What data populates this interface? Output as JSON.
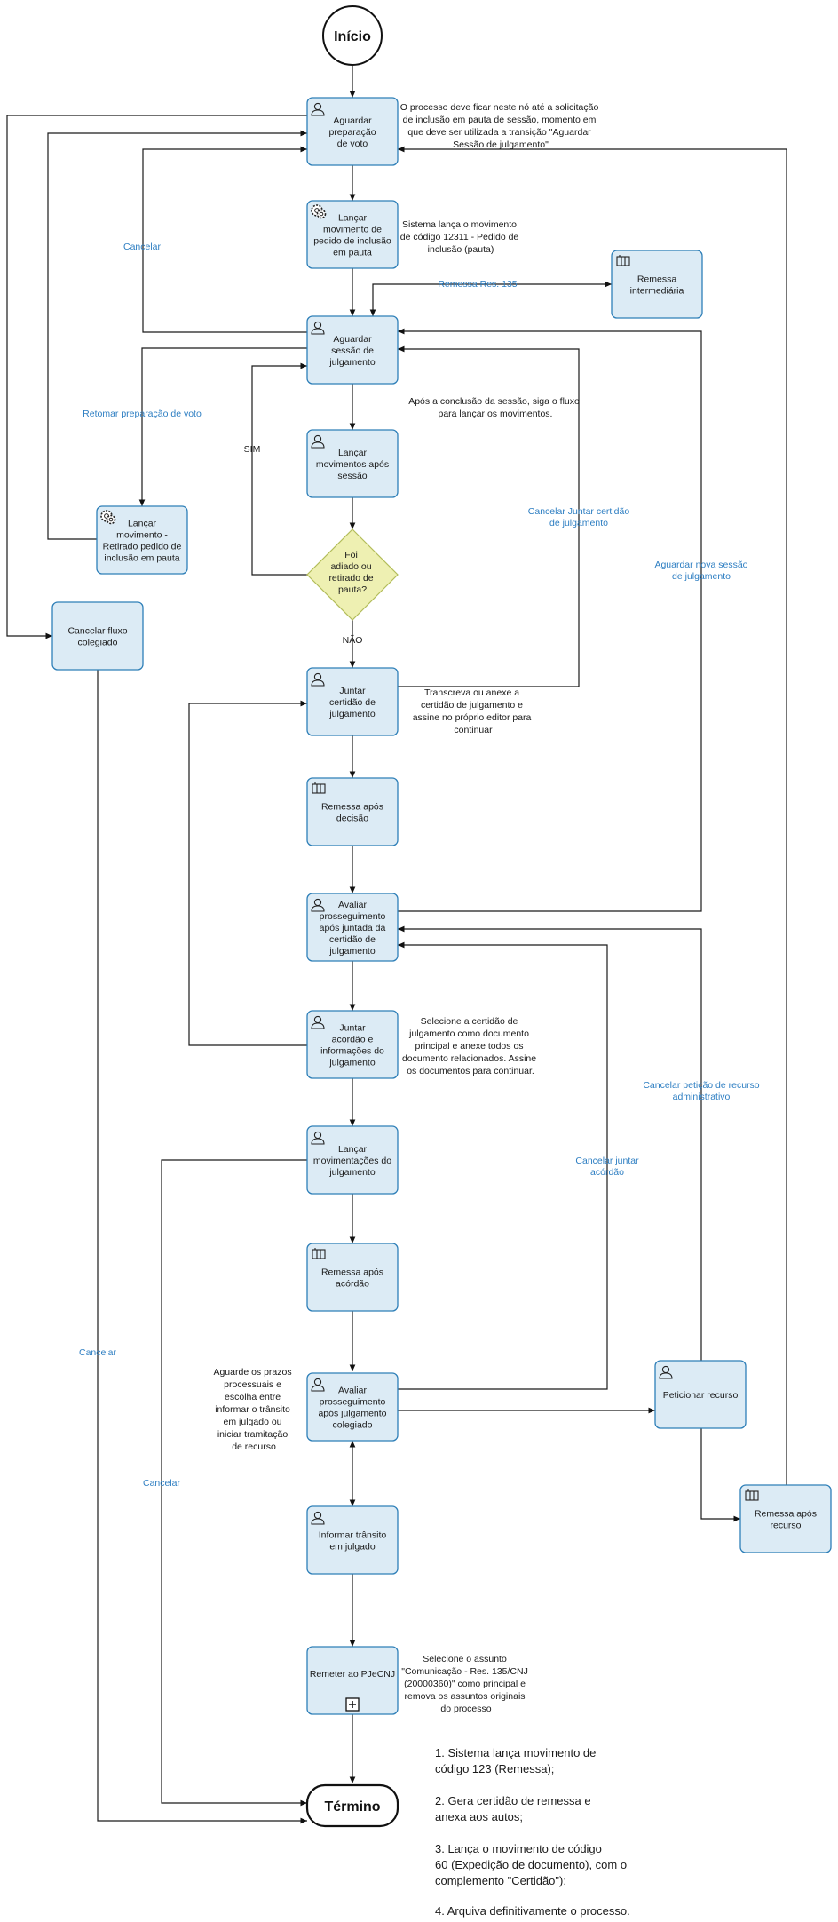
{
  "events": {
    "start": "Início",
    "end": "Término"
  },
  "nodes": {
    "aguardar_voto": [
      "Aguardar",
      "preparação",
      "de voto"
    ],
    "lancar_pedido": [
      "Lançar",
      "movimento de",
      "pedido de inclusão",
      "em pauta"
    ],
    "remessa_intermediaria": [
      "Remessa",
      "intermediária"
    ],
    "aguardar_sessao": [
      "Aguardar",
      "sessão de",
      "julgamento"
    ],
    "lancar_apos_sessao": [
      "Lançar",
      "movimentos após",
      "sessão"
    ],
    "lancar_retirado": [
      "Lançar",
      "movimento -",
      "Retirado pedido de",
      "inclusão em pauta"
    ],
    "cancelar_fluxo": [
      "Cancelar fluxo",
      "colegiado"
    ],
    "gateway": [
      "Foi",
      "adiado ou",
      "retirado de",
      "pauta?"
    ],
    "juntar_certidao": [
      "Juntar",
      "certidão de",
      "julgamento"
    ],
    "remessa_decisao": [
      "Remessa após",
      "decisão"
    ],
    "avaliar_certidao": [
      "Avaliar",
      "prosseguimento",
      "após juntada da",
      "certidão de",
      "julgamento"
    ],
    "juntar_acordao": [
      "Juntar",
      "acórdão e",
      "informações do",
      "julgamento"
    ],
    "lancar_movimentacoes": [
      "Lançar",
      "movimentações do",
      "julgamento"
    ],
    "remessa_acordao": [
      "Remessa após",
      "acórdão"
    ],
    "avaliar_colegiado": [
      "Avaliar",
      "prosseguimento",
      "após julgamento",
      "colegiado"
    ],
    "peticionar": [
      "Peticionar recurso"
    ],
    "remessa_recurso": [
      "Remessa após",
      "recurso"
    ],
    "informar_transito": [
      "Informar trânsito",
      "em julgado"
    ],
    "remeter_pje": [
      "Remeter ao PJeCNJ"
    ]
  },
  "edge_labels": {
    "cancelar_1": "Cancelar",
    "remessa_res": "Remessa Res. 135",
    "retomar": "Retomar preparação de voto",
    "sim": "SIM",
    "nao": "NÃO",
    "cancelar_juntar_certidao": [
      "Cancelar Juntar certidão",
      "de julgamento"
    ],
    "aguardar_nova_sessao": [
      "Aguardar nova sessão",
      "de julgamento"
    ],
    "cancelar_peticao": [
      "Cancelar petição de recurso",
      "administrativo"
    ],
    "cancelar_juntar_acordao": [
      "Cancelar juntar",
      "acórdão"
    ],
    "cancelar_2": "Cancelar",
    "cancelar_3": "Cancelar"
  },
  "notes": {
    "n1": [
      "O processo deve ficar neste nó até a solicitação",
      "de inclusão em pauta de sessão, momento em",
      "que deve ser utilizada a transição \"Aguardar",
      "Sessão de julgamento\""
    ],
    "n2": [
      "Sistema lança o movimento",
      "de código 12311 - Pedido de",
      "inclusão (pauta)"
    ],
    "n3": [
      "Após a conclusão da sessão,  siga o fluxo",
      "para lançar os movimentos."
    ],
    "n4": [
      "Transcreva ou anexe a",
      "certidão de julgamento e",
      "assine no próprio editor para",
      "continuar"
    ],
    "n5": [
      "Selecione a certidão de",
      "julgamento como documento",
      "principal e anexe todos os",
      "documento relacionados. Assine",
      "os documentos para continuar."
    ],
    "n6": [
      "Aguarde os prazos",
      "processuais e",
      "escolha entre",
      "informar o trânsito",
      "em julgado ou",
      "iniciar tramitação",
      "de recurso"
    ],
    "n7": [
      "Selecione o assunto",
      "\"Comunicação - Res. 135/CNJ",
      "(20000360)\" como principal e",
      "remova os assuntos originais",
      "do processo"
    ],
    "n8": [
      "1. Sistema lança movimento de",
      " código 123 (Remessa);",
      "",
      "2. Gera certidão de remessa e",
      "anexa aos autos;",
      "",
      "3. Lança o movimento de código",
      "60 (Expedição de documento), com o",
      "complemento \"Certidão\");",
      "",
      "4. Arquiva definitivamente o processo."
    ]
  }
}
